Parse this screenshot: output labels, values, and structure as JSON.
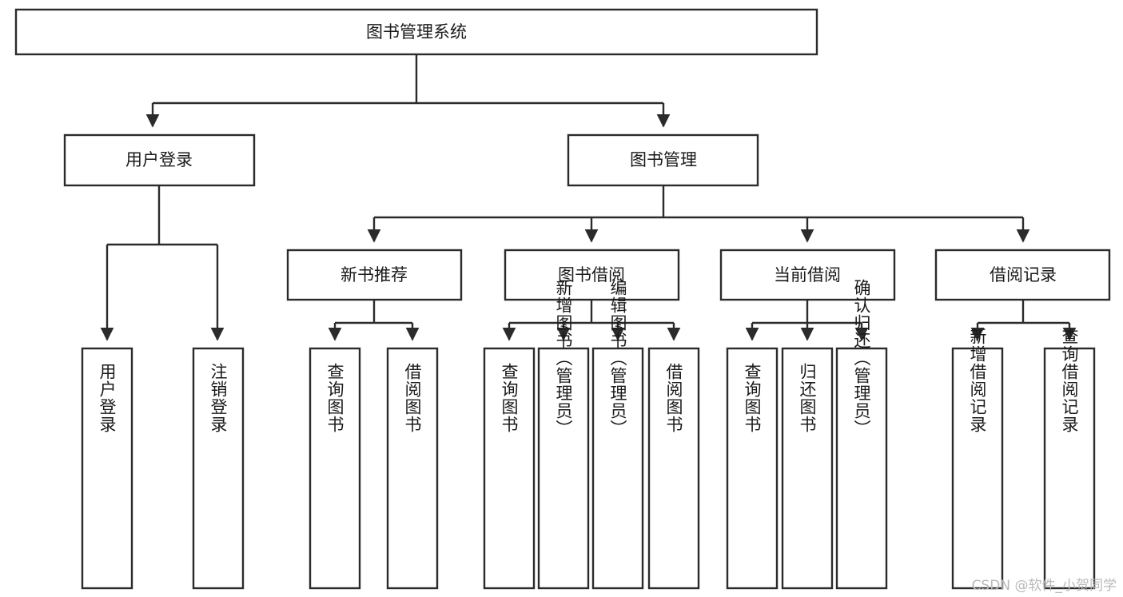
{
  "diagram": {
    "type": "tree",
    "title": "图书管理系统",
    "orientation": "top-down",
    "background_color": "#ffffff",
    "line_color": "#2b2b2b",
    "text_color": "#1a1a1a",
    "levels": 4,
    "root": {
      "label": "图书管理系统"
    },
    "level2": [
      {
        "label": "用户登录"
      },
      {
        "label": "图书管理"
      }
    ],
    "level3": [
      {
        "label": "新书推荐"
      },
      {
        "label": "图书借阅"
      },
      {
        "label": "当前借阅"
      },
      {
        "label": "借阅记录"
      }
    ],
    "leaves": {
      "user_login": [
        {
          "label": "用户登录"
        },
        {
          "label": "注销登录"
        }
      ],
      "new_book_recommend": [
        {
          "label": "查询图书"
        },
        {
          "label": "借阅图书"
        }
      ],
      "book_borrow": [
        {
          "label": "查询图书"
        },
        {
          "label": "新增图书（管理员）"
        },
        {
          "label": "编辑图书（管理员）"
        },
        {
          "label": "借阅图书"
        }
      ],
      "current_borrow": [
        {
          "label": "查询图书"
        },
        {
          "label": "归还图书"
        },
        {
          "label": "确认归还（管理员）"
        }
      ],
      "borrow_record": [
        {
          "label": "新增借阅记录"
        },
        {
          "label": "查询借阅记录"
        }
      ]
    }
  },
  "watermark": {
    "text": "CSDN @软件_小贺同学"
  }
}
